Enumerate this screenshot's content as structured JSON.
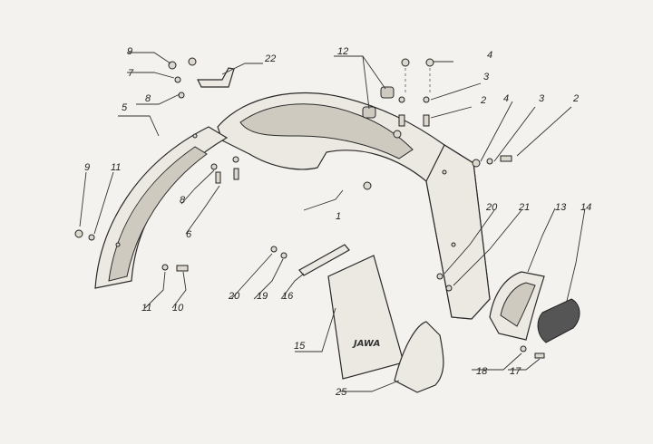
{
  "diagram": {
    "part_numbers": [
      "1",
      "2",
      "2",
      "3",
      "3",
      "4",
      "4",
      "5",
      "6",
      "7",
      "8",
      "8",
      "9",
      "9",
      "10",
      "11",
      "11",
      "12",
      "13",
      "14",
      "15",
      "16",
      "17",
      "18",
      "19",
      "20",
      "20",
      "21",
      "22",
      "25"
    ],
    "brand_text": "JAWA",
    "colors": {
      "background": "#f4f2ee",
      "line": "#2a2a2a",
      "part_fill": "#ece9e3"
    }
  }
}
